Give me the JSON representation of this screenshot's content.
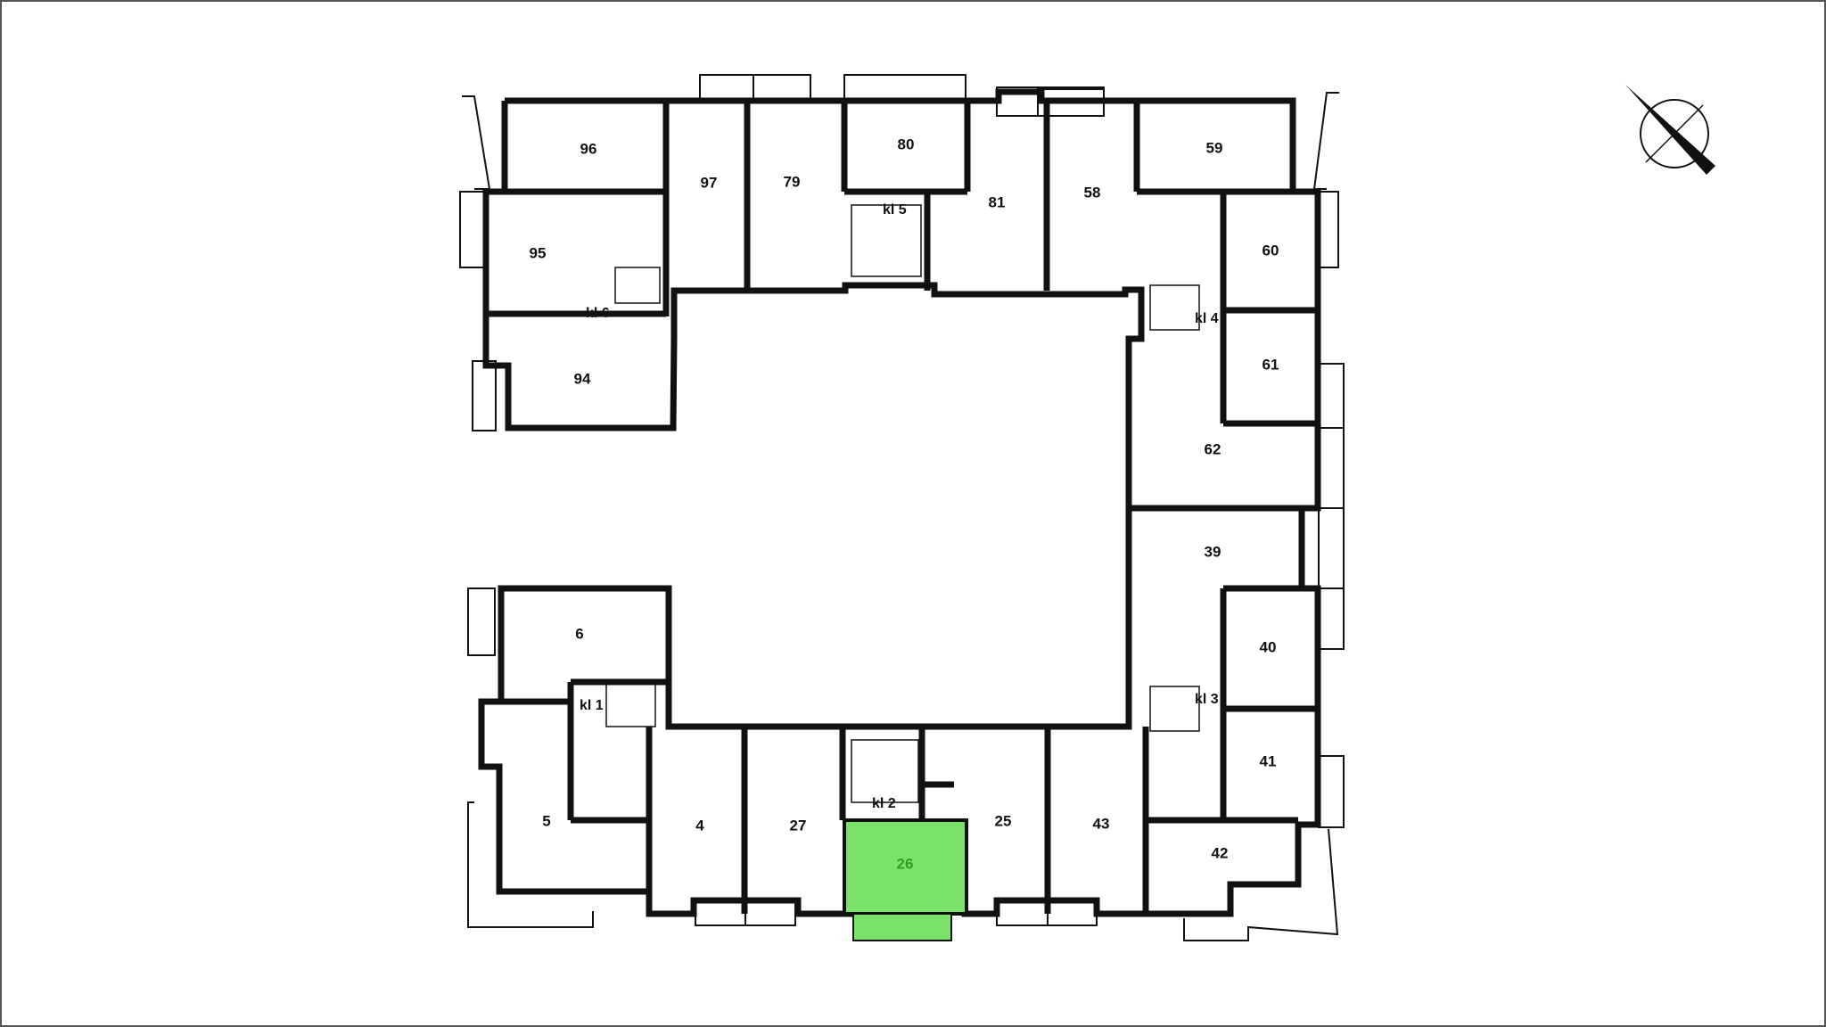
{
  "highlight_color": "#7be36a",
  "highlight_stroke": "#3aa832",
  "selected_apartment": "26",
  "apartments": [
    {
      "id": "96",
      "label": "96"
    },
    {
      "id": "97",
      "label": "97"
    },
    {
      "id": "79",
      "label": "79"
    },
    {
      "id": "80",
      "label": "80"
    },
    {
      "id": "81",
      "label": "81"
    },
    {
      "id": "58",
      "label": "58"
    },
    {
      "id": "59",
      "label": "59"
    },
    {
      "id": "95",
      "label": "95"
    },
    {
      "id": "60",
      "label": "60"
    },
    {
      "id": "61",
      "label": "61"
    },
    {
      "id": "94",
      "label": "94"
    },
    {
      "id": "62",
      "label": "62"
    },
    {
      "id": "39",
      "label": "39"
    },
    {
      "id": "40",
      "label": "40"
    },
    {
      "id": "41",
      "label": "41"
    },
    {
      "id": "6",
      "label": "6"
    },
    {
      "id": "5",
      "label": "5"
    },
    {
      "id": "4",
      "label": "4"
    },
    {
      "id": "27",
      "label": "27"
    },
    {
      "id": "26",
      "label": "26"
    },
    {
      "id": "25",
      "label": "25"
    },
    {
      "id": "43",
      "label": "43"
    },
    {
      "id": "42",
      "label": "42"
    }
  ],
  "staircases": [
    {
      "id": "kl5",
      "label": "kl 5"
    },
    {
      "id": "kl6",
      "label": "kl 6"
    },
    {
      "id": "kl4",
      "label": "kl 4"
    },
    {
      "id": "kl1",
      "label": "kl 1"
    },
    {
      "id": "kl3",
      "label": "kl 3"
    },
    {
      "id": "kl2",
      "label": "kl 2"
    }
  ],
  "compass": {
    "icon": "compass-north-arrow-icon"
  }
}
